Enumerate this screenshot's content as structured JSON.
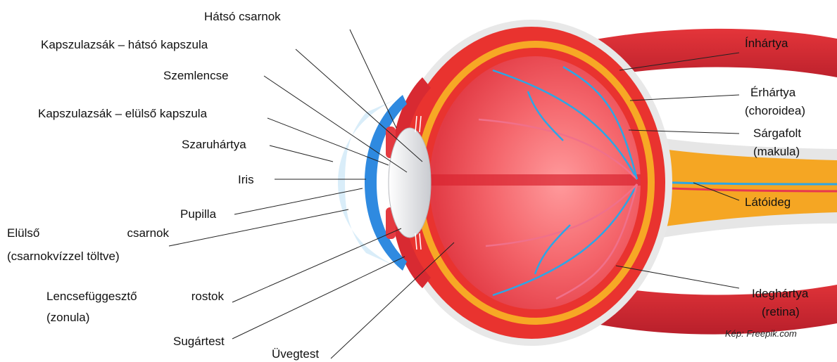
{
  "labels": {
    "hatso_csarnok": "Hátsó csarnok",
    "kapszula_hatso": "Kapszulazsák – hátsó kapszula",
    "szemlencse": "Szemlencse",
    "kapszula_elulso": "Kapszulazsák – elülső kapszula",
    "szaruhartya": "Szaruhártya",
    "iris": "Iris",
    "pupilla": "Pupilla",
    "elulso_csarnok_1a": "Elülső",
    "elulso_csarnok_1b": "csarnok",
    "elulso_csarnok_2": "(csarnokvízzel töltve)",
    "lencse_1a": "Lencsefüggesztő",
    "lencse_1b": "rostok",
    "lencse_2": "(zonula)",
    "sugartest": "Sugártest",
    "uvegtest": "Üvegtest",
    "inhartya": "Ínhártya",
    "erhartya_1": "Érhártya",
    "erhartya_2": "(choroidea)",
    "sargafolt_1": "Sárgafolt",
    "sargafolt_2": "(makula)",
    "latoideg": "Látóideg",
    "ideghartya_1": "Ideghártya",
    "ideghartya_2": "(retina)"
  },
  "credit": "Kép: Freepik.com",
  "colors": {
    "sclera": "#e9332f",
    "choroid": "#f7a825",
    "retina_vessel": "#2ca6e6",
    "cornea": "#2f8ae0",
    "vitreous": "#f45a5f",
    "lens": "#e8e8ea"
  }
}
